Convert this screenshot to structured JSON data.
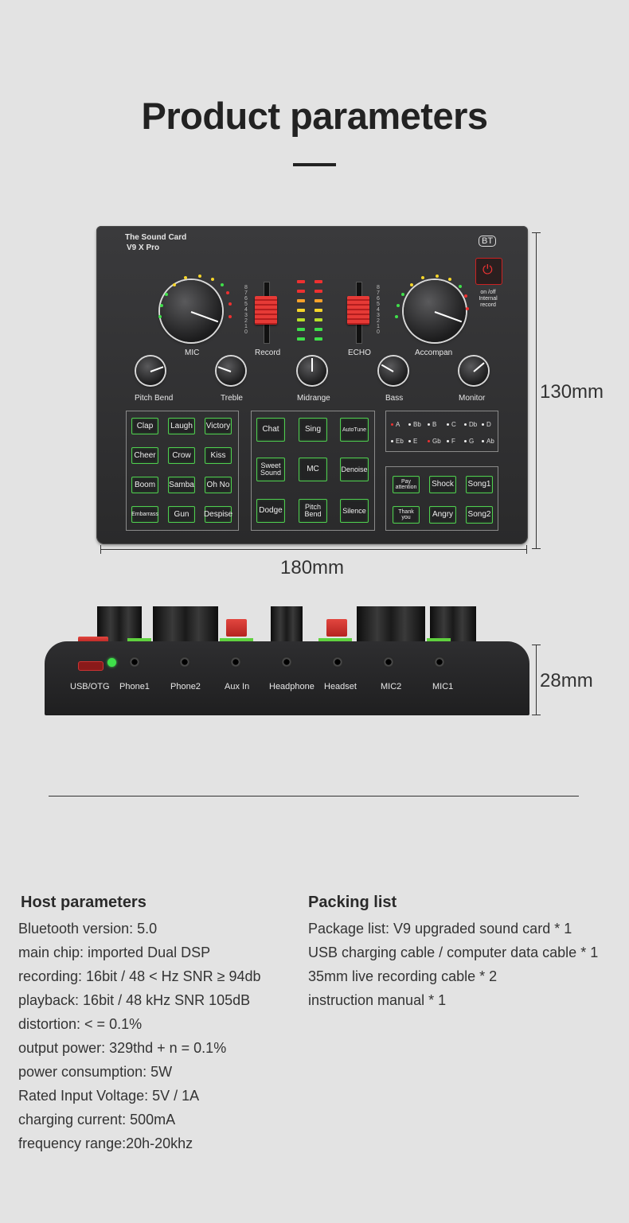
{
  "title": "Product parameters",
  "device": {
    "brand_line": "The Sound Card",
    "model": "V9 X Pro",
    "bt_badge": "BT",
    "power_label": "on /off Internal record",
    "mic_label": "MIC",
    "record_label": "Record",
    "echo_label": "ECHO",
    "accompan_label": "Accompan",
    "knob_labels": [
      "Pitch Bend",
      "Treble",
      "Midrange",
      "Bass",
      "Monitor"
    ],
    "fader_scale": [
      "8",
      "7",
      "6",
      "5",
      "4",
      "3",
      "2",
      "1",
      "0"
    ],
    "sound_effects": [
      "Clap",
      "Laugh",
      "Victory",
      "Cheer",
      "Crow",
      "Kiss",
      "Boom",
      "Samba",
      "Oh No",
      "Embarrass",
      "Gun",
      "Despise"
    ],
    "voice_modes": [
      "Chat",
      "Sing",
      "AutoTune",
      "Sweet Sound",
      "MC",
      "Denoise",
      "Dodge",
      "Pitch Bend",
      "Silence"
    ],
    "keys_row1": [
      "A",
      "Bb",
      "B",
      "C",
      "Db",
      "D"
    ],
    "keys_row2": [
      "Eb",
      "E",
      "Gb",
      "F",
      "G",
      "Ab"
    ],
    "extra_pads": [
      "Pay attention",
      "Shock",
      "Song1",
      "Thank you",
      "Angry",
      "Song2"
    ],
    "ports": [
      "USB/OTG",
      "Phone1",
      "Phone2",
      "Aux In",
      "Headphone",
      "Headset",
      "MIC2",
      "MIC1"
    ],
    "colors": {
      "body": "#2f2f31",
      "pad_border": "#4fcf4f",
      "fader_red": "#e63a36",
      "led_green": "#3fe04a",
      "led_red": "#ee3030",
      "led_yellow": "#f5d52a"
    }
  },
  "dimensions": {
    "height": "130mm",
    "width": "180mm",
    "depth": "28mm"
  },
  "host": {
    "heading": "Host parameters",
    "items": [
      "Bluetooth version: 5.0",
      "main chip: imported Dual DSP",
      "recording: 16bit / 48 < Hz SNR ≥ 94db",
      "playback: 16bit / 48 kHz SNR 105dB",
      "distortion: < = 0.1%",
      "output power: 329thd + n = 0.1%",
      "power consumption: 5W",
      "Rated Input Voltage: 5V / 1A",
      "charging current: 500mA",
      "frequency range:20h-20khz"
    ]
  },
  "packing": {
    "heading": "Packing list",
    "items": [
      "Package list: V9 upgraded sound card * 1",
      "USB charging cable / computer data cable * 1",
      "35mm live recording cable * 2",
      "instruction manual * 1"
    ]
  }
}
